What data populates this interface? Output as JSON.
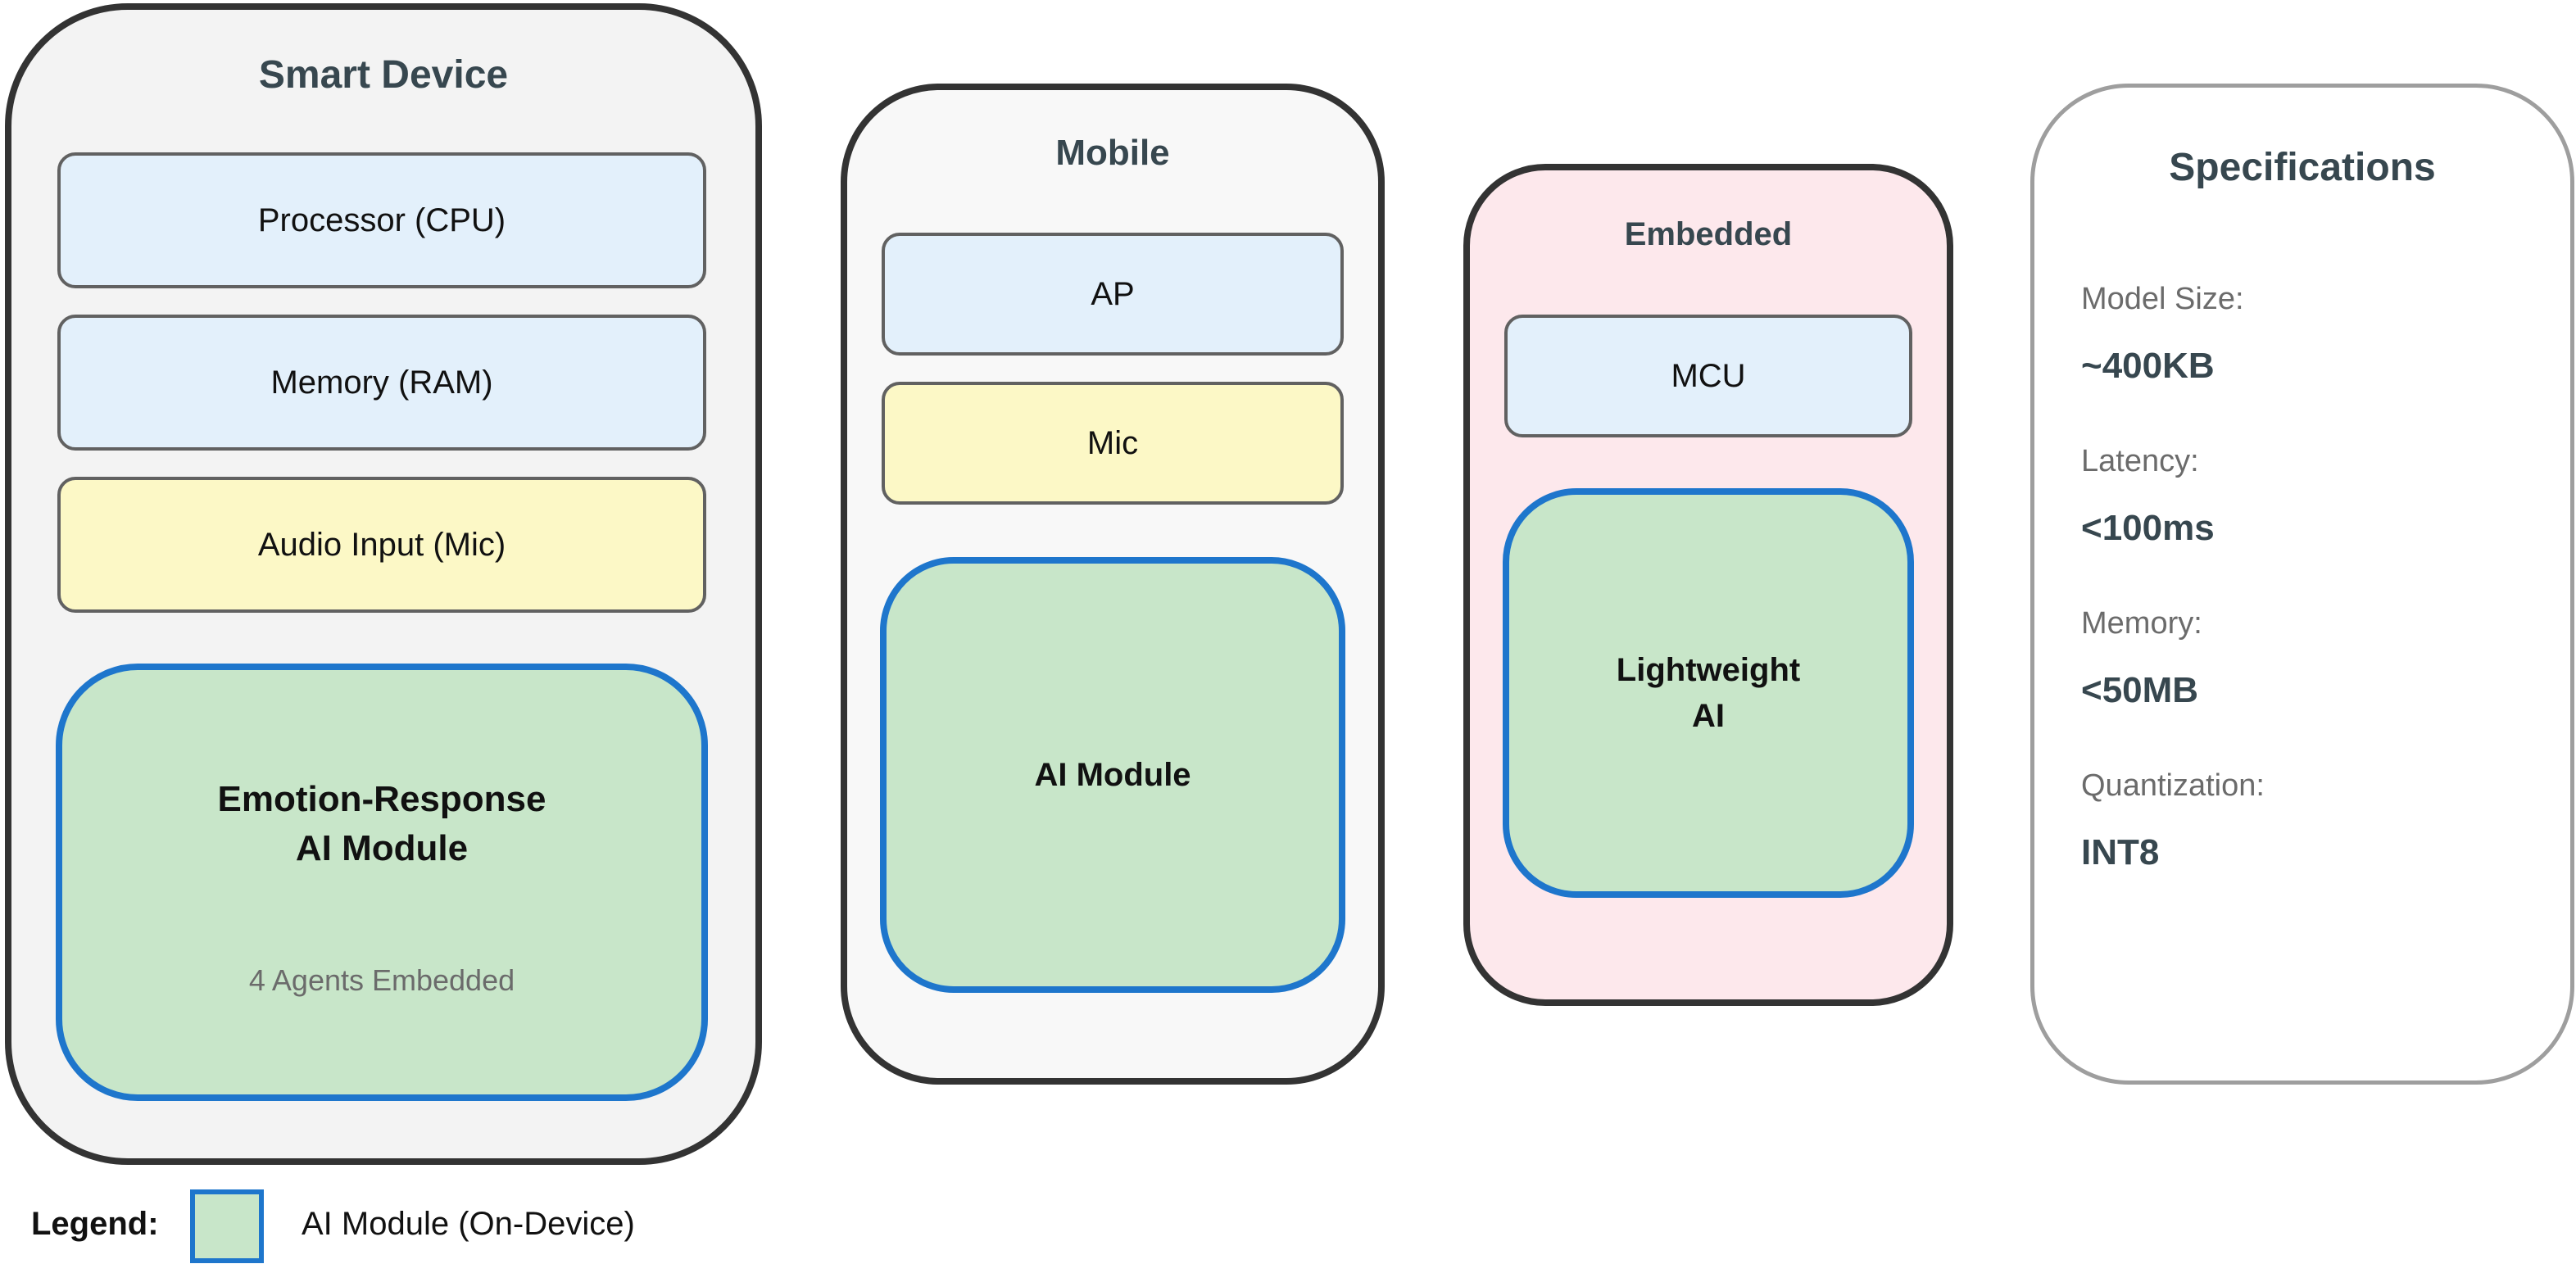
{
  "smart_device": {
    "title": "Smart Device",
    "components": [
      "Processor (CPU)",
      "Memory (RAM)",
      "Audio Input (Mic)"
    ],
    "ai_module": {
      "title": "Emotion-Response\nAI Module",
      "subtitle": "4 Agents Embedded"
    }
  },
  "mobile": {
    "title": "Mobile",
    "components": [
      "AP",
      "Mic"
    ],
    "ai_module": {
      "title": "AI Module"
    }
  },
  "embedded": {
    "title": "Embedded",
    "components": [
      "MCU"
    ],
    "ai_module": {
      "title": "Lightweight\nAI"
    }
  },
  "specifications": {
    "title": "Specifications",
    "items": [
      {
        "label": "Model Size:",
        "value": "~400KB"
      },
      {
        "label": "Latency:",
        "value": "<100ms"
      },
      {
        "label": "Memory:",
        "value": "<50MB"
      },
      {
        "label": "Quantization:",
        "value": "INT8"
      }
    ]
  },
  "legend": {
    "label": "Legend:",
    "item_label": "AI Module (On-Device)"
  },
  "colors": {
    "ai_fill": "#c8e6c9",
    "ai_border": "#1e76cc",
    "component_blue": "#e3f0fb",
    "component_yellow": "#fcf8c6",
    "embedded_fill": "#fde8ec",
    "smart_device_fill": "#f3f3f3",
    "mobile_fill": "#f8f8f8"
  }
}
